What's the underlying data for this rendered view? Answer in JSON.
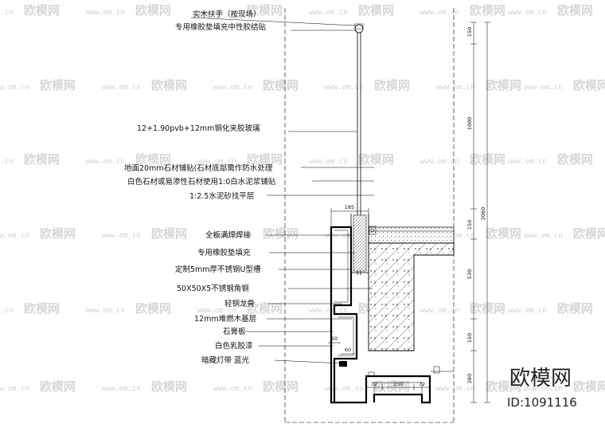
{
  "labels": [
    "实木扶手（按现场）",
    "专用橡胶垫填充中性胶结贴",
    "12+1.90pvb+12mm钢化夹胶玻璃",
    "地面20mm石材铺贴(石材底部需作防水处理",
    "白色石材或易渗性石材使用1:0白水泥浆铺贴",
    "1:2.5水泥砂找平层",
    "全板满焊焊接",
    "专用橡胶垫填充",
    "定制5mm厚不锈钢U型槽",
    "50X50X5不锈钢角钢",
    "轻钢龙骨",
    "12mm难燃木基层",
    "石膏板",
    "白色乳胶漆",
    "暗藏灯带 蓝光"
  ],
  "dimensions": {
    "right_chain": [
      "150",
      "1000",
      "150",
      "530",
      "150",
      "280"
    ],
    "right_total": "2060",
    "top_width": "185",
    "slot_a": "50",
    "slot_b": "60",
    "bottom_chain": [
      "72",
      "150",
      "72"
    ]
  },
  "watermark": {
    "brand": "欧模网",
    "url": "www.om.cn"
  },
  "logo": {
    "title": "欧模网",
    "id": "ID:1091116"
  }
}
